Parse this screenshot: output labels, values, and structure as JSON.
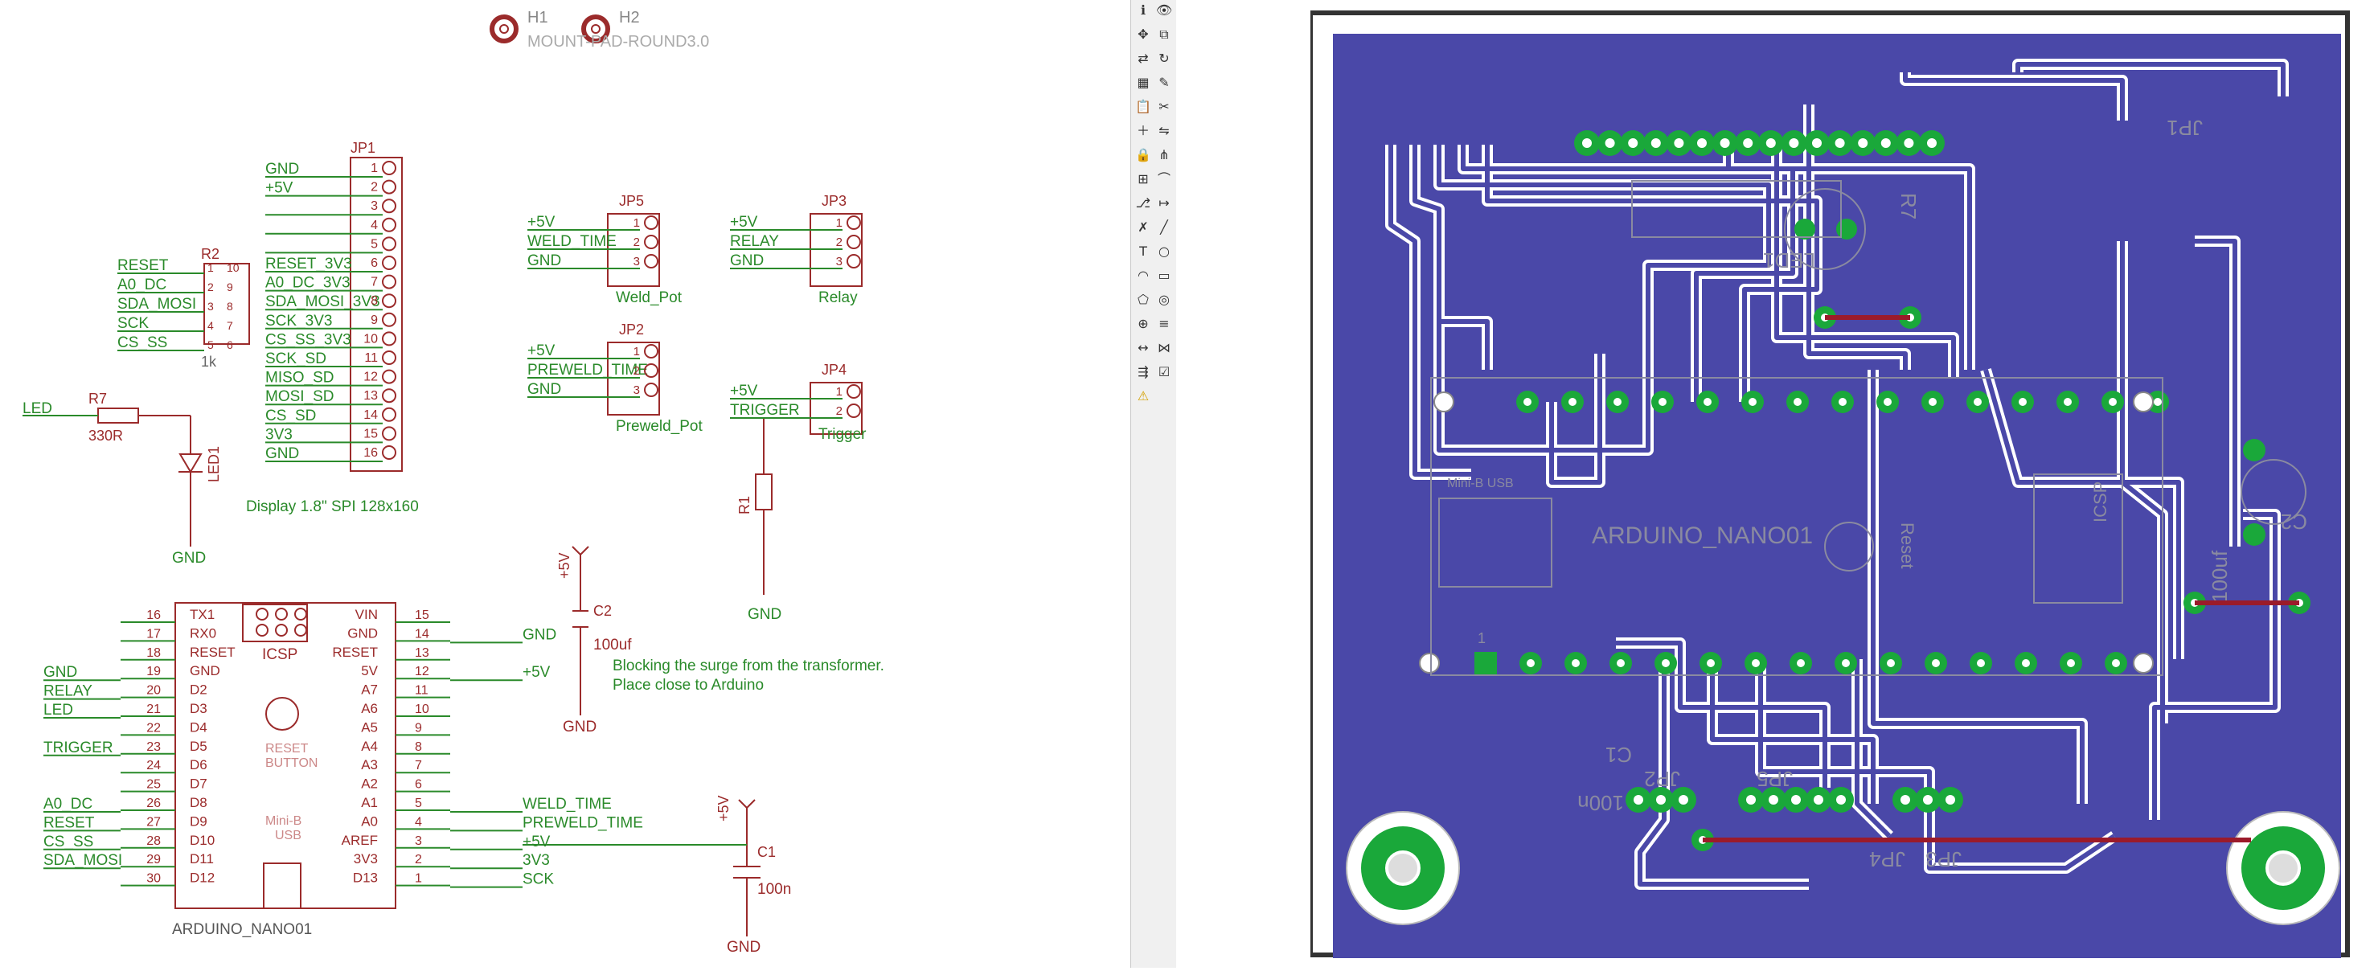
{
  "mounting": {
    "h1": "H1",
    "h2": "H2",
    "overlap_label": "MOUNT-PAD-ROUND3.0"
  },
  "jp1": {
    "name": "JP1",
    "pins": [
      "1",
      "2",
      "3",
      "4",
      "5",
      "6",
      "7",
      "8",
      "9",
      "10",
      "11",
      "12",
      "13",
      "14",
      "15",
      "16"
    ],
    "nets": [
      "GND",
      "+5V",
      "",
      "",
      "",
      "RESET_3V3",
      "A0_DC_3V3",
      "SDA_MOSI_3V3",
      "SCK_3V3",
      "CS_SS_3V3",
      "SCK_SD",
      "MISO_SD",
      "MOSI_SD",
      "CS_SD",
      "3V3",
      "GND"
    ],
    "caption": "Display 1.8\" SPI 128x160"
  },
  "r2": {
    "name": "R2",
    "value": "1k",
    "left_nets": [
      "RESET",
      "A0_DC",
      "SDA_MOSI",
      "SCK",
      "CS_SS"
    ],
    "pin_a": [
      "1",
      "2",
      "3",
      "4",
      "5"
    ],
    "pin_b": [
      "10",
      "9",
      "8",
      "7",
      "6"
    ]
  },
  "jp5": {
    "name": "JP5",
    "pins": [
      "1",
      "2",
      "3"
    ],
    "nets": [
      "+5V",
      "WELD_TIME",
      "GND"
    ],
    "caption": "Weld_Pot"
  },
  "jp3": {
    "name": "JP3",
    "pins": [
      "1",
      "2",
      "3"
    ],
    "nets": [
      "+5V",
      "RELAY",
      "GND"
    ],
    "caption": "Relay"
  },
  "jp2": {
    "name": "JP2",
    "pins": [
      "1",
      "2",
      "3"
    ],
    "nets": [
      "+5V",
      "PREWELD_TIME",
      "GND"
    ],
    "caption": "Preweld_Pot"
  },
  "jp4": {
    "name": "JP4",
    "pins": [
      "1",
      "2"
    ],
    "nets": [
      "+5V",
      "TRIGGER"
    ],
    "caption": "Trigger"
  },
  "r1": {
    "name": "R1",
    "gnd": "GND"
  },
  "r7": {
    "name": "R7",
    "value": "330R",
    "net": "LED"
  },
  "led1": {
    "name": "LED1",
    "gnd": "GND"
  },
  "c2": {
    "name": "C2",
    "value": "100uf",
    "supply": "+5V",
    "gnd": "GND",
    "note1": "Blocking the surge from the transformer.",
    "note2": "Place close to Arduino"
  },
  "c1": {
    "name": "C1",
    "value": "100n",
    "supply": "+5V",
    "gnd": "GND"
  },
  "nano": {
    "name": "ARDUINO_NANO01",
    "icsp": "ICSP",
    "reset_btn1": "RESET",
    "reset_btn2": "BUTTON",
    "usb1": "Mini-B",
    "usb2": "USB",
    "left_pins": [
      "16",
      "17",
      "18",
      "19",
      "20",
      "21",
      "22",
      "23",
      "24",
      "25",
      "26",
      "27",
      "28",
      "29",
      "30"
    ],
    "left_labels": [
      "TX1",
      "RX0",
      "RESET",
      "GND",
      "D2",
      "D3",
      "D4",
      "D5",
      "D6",
      "D7",
      "D8",
      "D9",
      "D10",
      "D11",
      "D12"
    ],
    "left_nets": [
      "",
      "",
      "",
      "GND",
      "RELAY",
      "LED",
      "",
      "TRIGGER",
      "",
      "",
      "A0_DC",
      "RESET",
      "CS_SS",
      "SDA_MOSI",
      ""
    ],
    "right_pins": [
      "15",
      "14",
      "13",
      "12",
      "11",
      "10",
      "9",
      "8",
      "7",
      "6",
      "5",
      "4",
      "3",
      "2",
      "1"
    ],
    "right_labels": [
      "VIN",
      "GND",
      "RESET",
      "5V",
      "A7",
      "A6",
      "A5",
      "A4",
      "A3",
      "A2",
      "A1",
      "A0",
      "AREF",
      "3V3",
      "D13"
    ],
    "right_nets": [
      "",
      "GND",
      "",
      "+5V",
      "",
      "",
      "",
      "",
      "",
      "",
      "WELD_TIME",
      "PREWELD_TIME",
      "+5V",
      "3V3",
      "SCK"
    ]
  },
  "pcb": {
    "jp1_label": "JP1",
    "led1_label": "LED1",
    "r7_label": "R7",
    "nano_label": "ARDUINO_NANO01",
    "usb_label": "Mini-B USB",
    "reset_label": "Reset",
    "icsp_label": "ICSP",
    "c2_label": "100uf",
    "c2_name": "C2",
    "c1_value": "100n",
    "c1_name": "C1",
    "jp2_label": "JP2",
    "jp5_label": "JP5",
    "jp4_label": "JP4",
    "jp3_label": "JP3",
    "pin1_marker": "1",
    "board_color": "#4a48a8",
    "pad_color": "#1aa83a",
    "wire_color": "#9b1b2a"
  },
  "toolbar_icons": [
    "info-icon",
    "show-icon",
    "move-icon",
    "copy-icon",
    "mirror-icon",
    "rotate-icon",
    "group-icon",
    "change-icon",
    "paste-icon",
    "delete-icon",
    "add-icon",
    "replace-icon",
    "lock-icon",
    "split-icon",
    "smash-icon",
    "miter-icon",
    "optimize-icon",
    "route-icon",
    "ripup-icon",
    "wire-icon",
    "text-icon",
    "circle-icon",
    "arc-icon",
    "rect-icon",
    "polygon-icon",
    "via-icon",
    "hole-icon",
    "attribute-icon",
    "dimension-icon",
    "ratsnest-icon",
    "autoroute-icon",
    "drc-icon",
    "errors-icon"
  ]
}
